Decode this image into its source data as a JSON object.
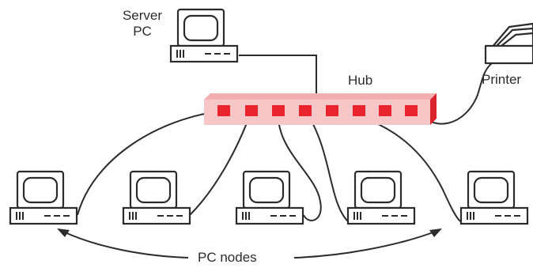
{
  "labels": {
    "server_line1": "Server",
    "server_line2": "PC",
    "hub": "Hub",
    "printer": "Printer",
    "pc_nodes": "PC nodes"
  },
  "colors": {
    "hub_body": "#f7c7c7",
    "hub_port": "#e8242f",
    "hub_stripe": "#d9232d",
    "line": "#2b2b2b",
    "screen_fill": "#ffffff"
  },
  "icons": [
    "server-computer-icon",
    "printer-icon",
    "hub-icon",
    "pc-node-icon"
  ]
}
